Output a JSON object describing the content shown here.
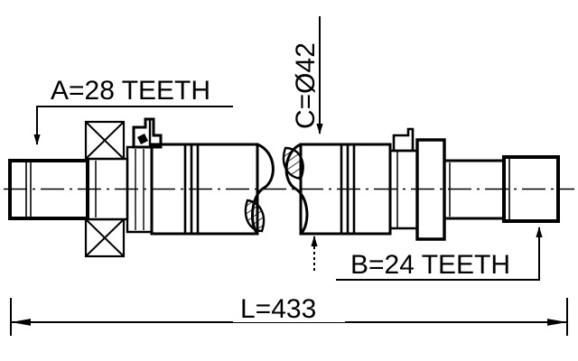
{
  "drawing": {
    "type": "engineering-part-drawing",
    "subject": "drive-shaft",
    "view": "side-section-with-break",
    "line_color": "#000000",
    "background_color": "#ffffff"
  },
  "annotations": {
    "spline_left": {
      "name": "A=28 TEETH",
      "text": "A=28 TEETH",
      "symbol": "A",
      "value": 28,
      "unit": "TEETH",
      "leader": "underline-with-down-arrow-left",
      "orientation": "horizontal"
    },
    "spline_right": {
      "name": "B=24 TEETH",
      "text": "B=24 TEETH",
      "symbol": "B",
      "value": 24,
      "unit": "TEETH",
      "leader": "underline-with-up-arrow-right",
      "orientation": "horizontal"
    },
    "diameter": {
      "name": "C=Ø42",
      "text": "C=Ø42",
      "symbol": "C",
      "value": 42,
      "unit": "mm",
      "diameter_glyph": "Ø",
      "leader": "vertical-line-with-down-arrow",
      "orientation": "rotated-90-ccw"
    },
    "length": {
      "name": "L=433",
      "text": "L=433",
      "symbol": "L",
      "value": 433,
      "unit": "mm",
      "leader": "double-headed-horizontal-dimension-line",
      "orientation": "horizontal"
    }
  },
  "features": [
    {
      "name": "left-spline-shaft-end",
      "kind": "splined-stub"
    },
    {
      "name": "left-snap-ring-groove",
      "kind": "crossed-box-pair"
    },
    {
      "name": "boot-clamp-tab",
      "kind": "clamp-detail"
    },
    {
      "name": "left-boot-body",
      "kind": "cylindrical-body"
    },
    {
      "name": "break-line",
      "kind": "s-curve-break-with-hatching"
    },
    {
      "name": "right-boot-body",
      "kind": "cylindrical-body"
    },
    {
      "name": "right-retainer-tab",
      "kind": "clamp-detail"
    },
    {
      "name": "right-spline-shaft-end",
      "kind": "splined-stub"
    },
    {
      "name": "centerline",
      "kind": "dash-dot-axis"
    }
  ]
}
